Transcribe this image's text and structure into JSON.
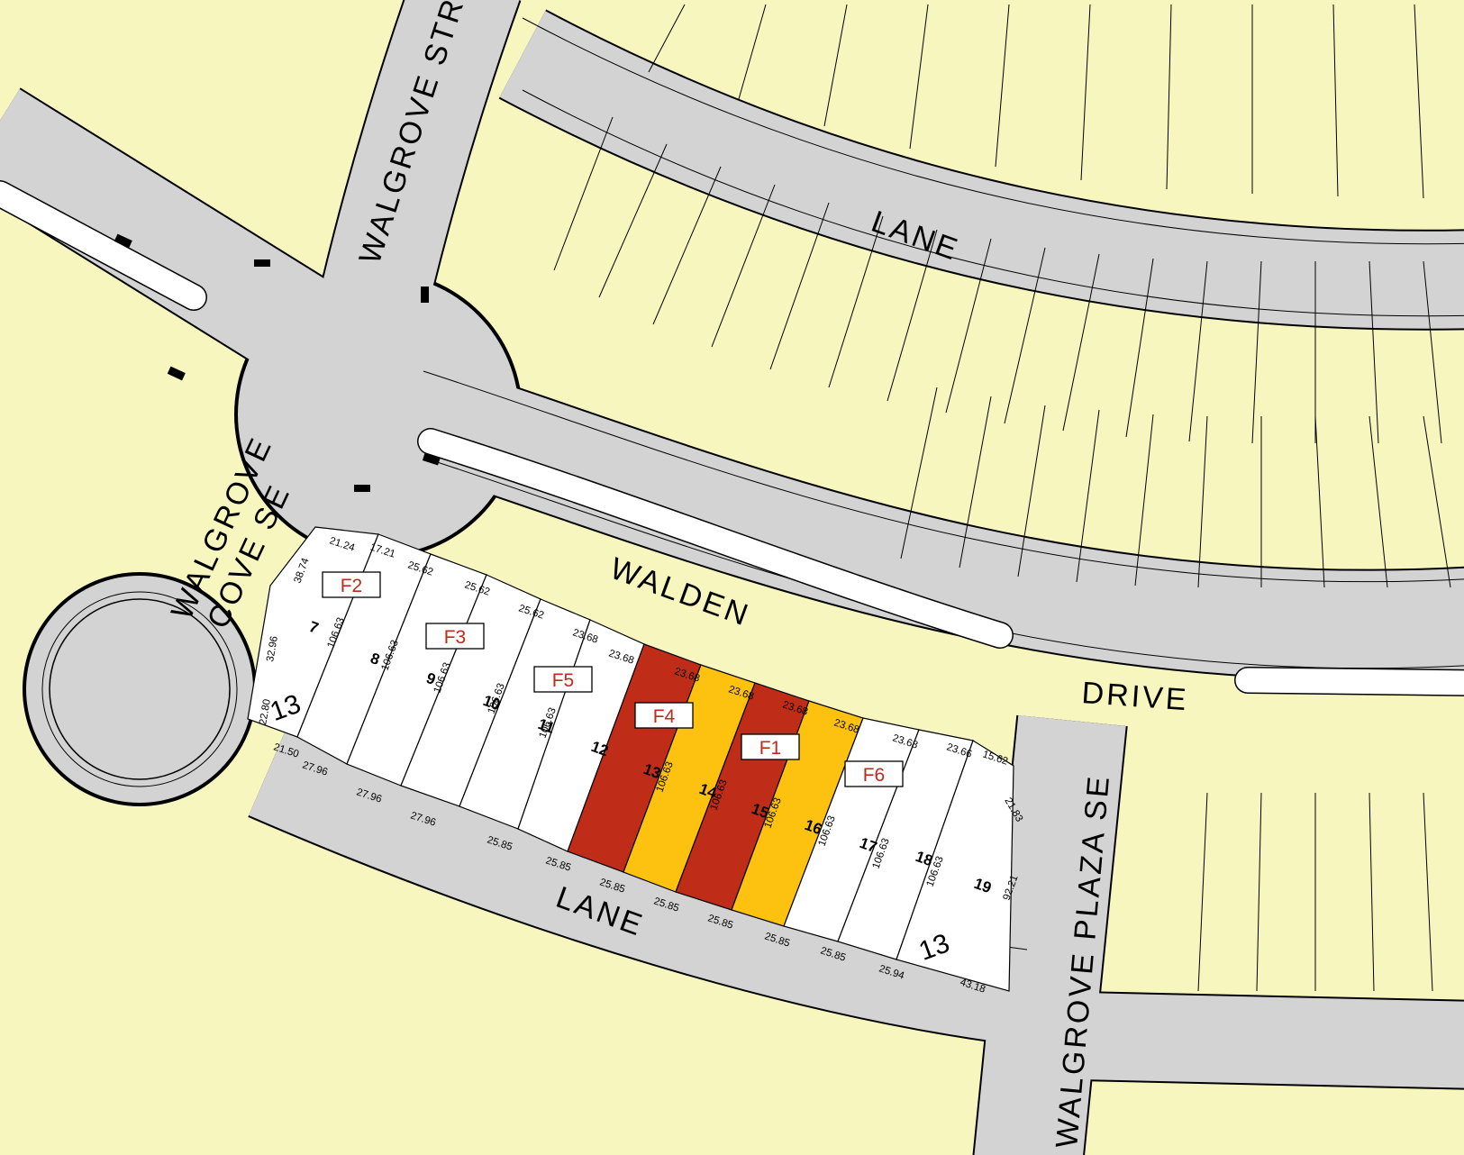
{
  "colors": {
    "background_land": "#f8f6bf",
    "road": "#d3d3d3",
    "lot_white": "#ffffff",
    "lot_red": "#bf2c18",
    "lot_orange": "#fdc210",
    "badge_text": "#c0291b",
    "line": "#000000"
  },
  "streets": [
    {
      "name": "WALGROVE STREET S"
    },
    {
      "name": "LANE"
    },
    {
      "name": "WALDEN"
    },
    {
      "name": "DRIVE"
    },
    {
      "name": "LANE"
    },
    {
      "name": "WALGROVE"
    },
    {
      "name": "COVE SE"
    },
    {
      "name": "WALGROVE PLAZA SE"
    }
  ],
  "blocks": [
    {
      "label": "13"
    },
    {
      "label": "13"
    }
  ],
  "lots": [
    {
      "number": "7",
      "status": "available",
      "depth": "38.74",
      "front": "21.24",
      "rear": "21.50"
    },
    {
      "number": "8",
      "status": "available",
      "depth": "106.63",
      "front": "17.21",
      "rear": "27.96"
    },
    {
      "number": "9",
      "status": "available",
      "depth": "106.63",
      "front": "25.62",
      "rear": "27.96"
    },
    {
      "number": "10",
      "status": "available",
      "depth": "106.63",
      "front": "25.62",
      "rear": "27.96"
    },
    {
      "number": "11",
      "status": "available",
      "depth": "106.63",
      "front": "25.62",
      "rear": "25.85"
    },
    {
      "number": "12",
      "status": "available",
      "depth": "106.63",
      "front": "23.68",
      "rear": "25.85"
    },
    {
      "number": "13",
      "status": "red",
      "depth": "106.63",
      "front": "23.68",
      "rear": "25.85"
    },
    {
      "number": "14",
      "status": "orange",
      "depth": "106.63",
      "front": "23.68",
      "rear": "25.85"
    },
    {
      "number": "15",
      "status": "red",
      "depth": "106.63",
      "front": "23.68",
      "rear": "25.85"
    },
    {
      "number": "16",
      "status": "orange",
      "depth": "106.63",
      "front": "23.68",
      "rear": "25.85"
    },
    {
      "number": "17",
      "status": "available",
      "depth": "106.63",
      "front": "23.68",
      "rear": "25.85"
    },
    {
      "number": "18",
      "status": "available",
      "depth": "106.63",
      "front": "23.66",
      "rear": "25.94"
    },
    {
      "number": "19",
      "status": "available",
      "depth": "92.21",
      "front": "15.62",
      "rear": "43.18"
    }
  ],
  "extra_dims": {
    "lot7_side": "32.96",
    "lot7_side2": "22.80",
    "lot12_front": "23.68",
    "lot19_side": "21.83"
  },
  "badges": [
    {
      "label": "F2"
    },
    {
      "label": "F3"
    },
    {
      "label": "F5"
    },
    {
      "label": "F4"
    },
    {
      "label": "F1"
    },
    {
      "label": "F6"
    }
  ]
}
